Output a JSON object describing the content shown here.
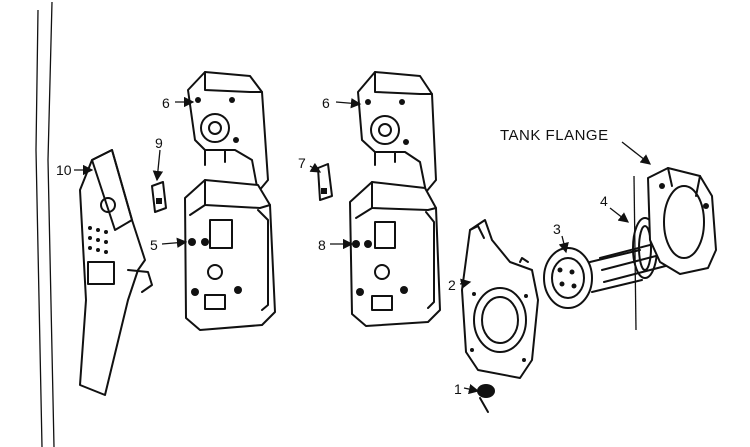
{
  "diagram": {
    "callouts": [
      {
        "id": "label-1",
        "text": "1"
      },
      {
        "id": "label-2",
        "text": "2"
      },
      {
        "id": "label-3",
        "text": "3"
      },
      {
        "id": "label-4",
        "text": "4"
      },
      {
        "id": "label-5",
        "text": "5"
      },
      {
        "id": "label-6a",
        "text": "6"
      },
      {
        "id": "label-6b",
        "text": "6"
      },
      {
        "id": "label-7",
        "text": "7"
      },
      {
        "id": "label-8",
        "text": "8"
      },
      {
        "id": "label-9",
        "text": "9"
      },
      {
        "id": "label-10",
        "text": "10"
      }
    ],
    "tank_flange_label": "TANK FLANGE"
  }
}
